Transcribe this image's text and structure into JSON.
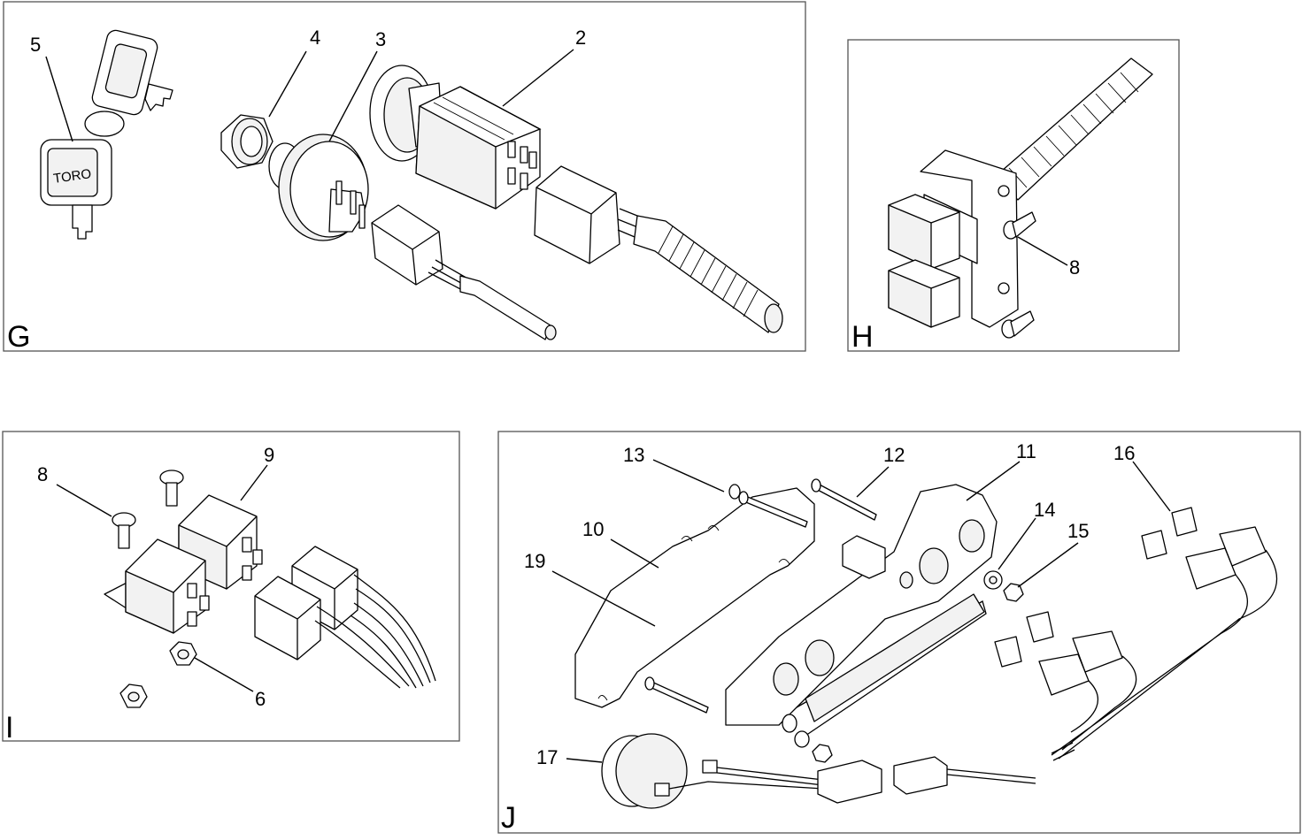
{
  "panels": [
    {
      "letter": "G",
      "callouts": [
        "2",
        "3",
        "4",
        "5"
      ],
      "key_label": "TORO"
    },
    {
      "letter": "H",
      "callouts": [
        "8"
      ]
    },
    {
      "letter": "I",
      "callouts": [
        "6",
        "8",
        "9"
      ]
    },
    {
      "letter": "J",
      "callouts": [
        "10",
        "11",
        "12",
        "13",
        "14",
        "15",
        "16",
        "17",
        "19"
      ]
    }
  ]
}
